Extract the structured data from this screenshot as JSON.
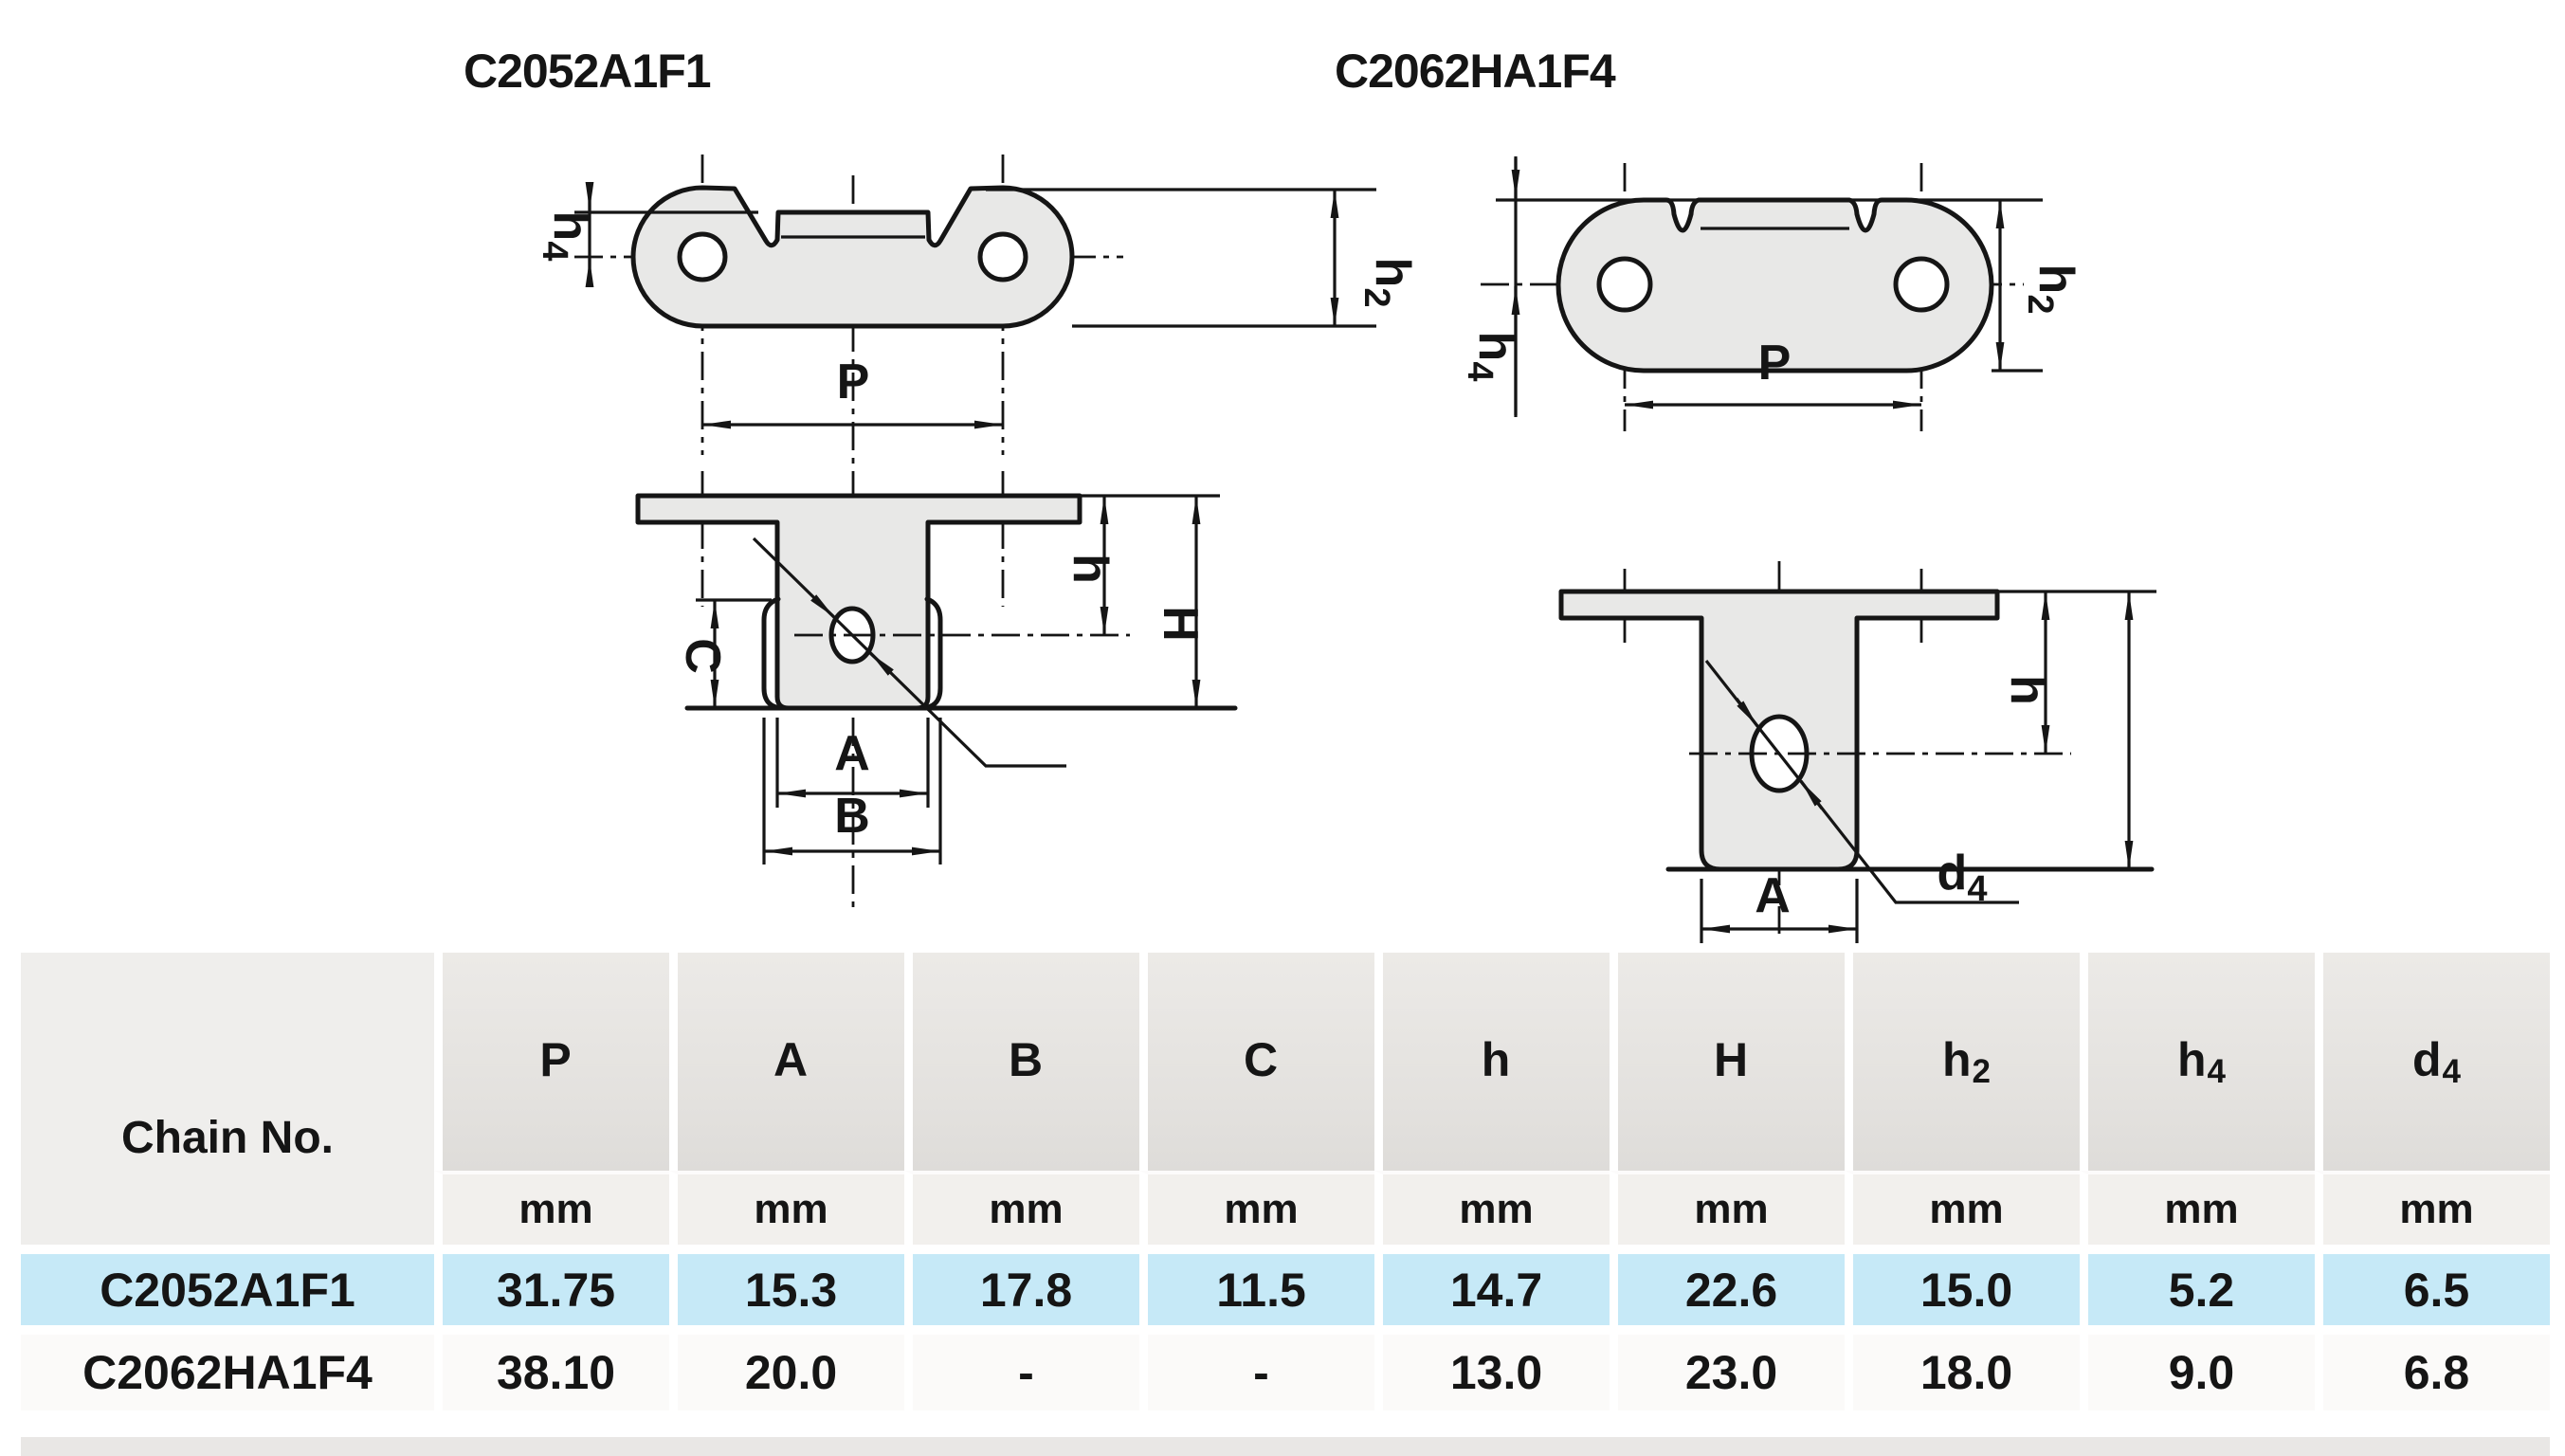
{
  "drawings": {
    "left": {
      "title": "C2052A1F1",
      "labels": {
        "h4": {
          "main": "h",
          "sub": "4"
        },
        "h2": {
          "main": "h",
          "sub": "2"
        },
        "P": "P",
        "C": "C",
        "h": "h",
        "H": "H",
        "A": "A",
        "B": "B"
      }
    },
    "right": {
      "title": "C2062HA1F4",
      "labels": {
        "h4": {
          "main": "h",
          "sub": "4"
        },
        "h2": {
          "main": "h",
          "sub": "2"
        },
        "P": "P",
        "h": "h",
        "A": "A",
        "d4": {
          "main": "d",
          "sub": "4"
        }
      }
    }
  },
  "table": {
    "col1_header": "Chain No.",
    "unit": "mm",
    "columns": [
      {
        "main": "P",
        "sub": ""
      },
      {
        "main": "A",
        "sub": ""
      },
      {
        "main": "B",
        "sub": ""
      },
      {
        "main": "C",
        "sub": ""
      },
      {
        "main": "h",
        "sub": ""
      },
      {
        "main": "H",
        "sub": ""
      },
      {
        "main": "h",
        "sub": "2"
      },
      {
        "main": "h",
        "sub": "4"
      },
      {
        "main": "d",
        "sub": "4"
      }
    ],
    "rows": [
      {
        "chain_no": "C2052A1F1",
        "values": [
          "31.75",
          "15.3",
          "17.8",
          "11.5",
          "14.7",
          "22.6",
          "15.0",
          "5.2",
          "6.5"
        ]
      },
      {
        "chain_no": "C2062HA1F4",
        "values": [
          "38.10",
          "20.0",
          "-",
          "-",
          "13.0",
          "23.0",
          "18.0",
          "9.0",
          "6.8"
        ]
      }
    ]
  },
  "colors": {
    "line": "#151515",
    "plate_fill": "#e8e8e7",
    "text": "#151515",
    "header_bg": "#e5e3e0",
    "chain_header_bg": "#efeeec",
    "unit_bg": "#f2f0ed",
    "row_highlight_bg": "#c6e9f7",
    "row_bg": "#fbfaf9",
    "table_gap": "#ffffff",
    "bottom_strip_bg": "#e9e7e5",
    "page_bg": "#ffffff"
  }
}
